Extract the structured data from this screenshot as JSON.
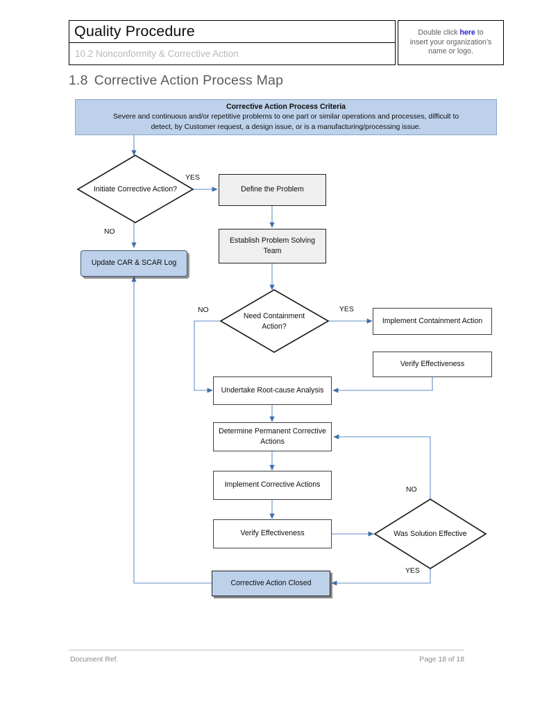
{
  "header": {
    "title": "Quality Procedure",
    "subtitle": "10.2 Nonconformity & Corrective Action",
    "logo_line1_pre": "Double click ",
    "logo_link": "here",
    "logo_line1_post": " to",
    "logo_line2": "insert your organization’s",
    "logo_line3": "name or logo."
  },
  "section": {
    "number": "1.8",
    "title": "Corrective Action Process Map"
  },
  "criteria": {
    "title": "Corrective Action Process Criteria",
    "line1": "Severe and continuous and/or repetitive problems to one part or similar operations and processes, difficult to",
    "line2": "detect, by Customer request, a design issue, or is a manufacturing/processing issue."
  },
  "flow": {
    "nodes": {
      "initiate_corrective_action": "Initiate Corrective Action?",
      "define_the_problem": "Define the Problem",
      "establish_problem_solving_team": "Establish Problem Solving Team",
      "update_car_scar_log": "Update CAR & SCAR Log",
      "need_containment_action": "Need Containment Action?",
      "implement_containment_action": "Implement Containment Action",
      "verify_effectiveness_containment": "Verify Effectiveness",
      "undertake_root_cause_analysis": "Undertake Root-cause Analysis",
      "determine_permanent_corrective_actions": "Determine Permanent Corrective Actions",
      "implement_corrective_actions": "Implement Corrective Actions",
      "verify_effectiveness_final": "Verify Effectiveness",
      "was_solution_effective": "Was Solution Effective",
      "corrective_action_closed": "Corrective Action Closed"
    },
    "edge_labels": {
      "initiate_yes": "YES",
      "initiate_no": "NO",
      "containment_no": "NO",
      "containment_yes": "YES",
      "solution_no": "NO",
      "solution_yes": "YES"
    }
  },
  "footer": {
    "document_ref": "Document Ref.",
    "page": "Page 18 of 18"
  },
  "colors": {
    "accent_blue_fill": "#bdd1ea",
    "connector_blue": "#7da4d1",
    "arrowhead_blue": "#3f6fa8",
    "gray_node_fill": "#efefef",
    "muted_text": "#8a8a8a"
  }
}
